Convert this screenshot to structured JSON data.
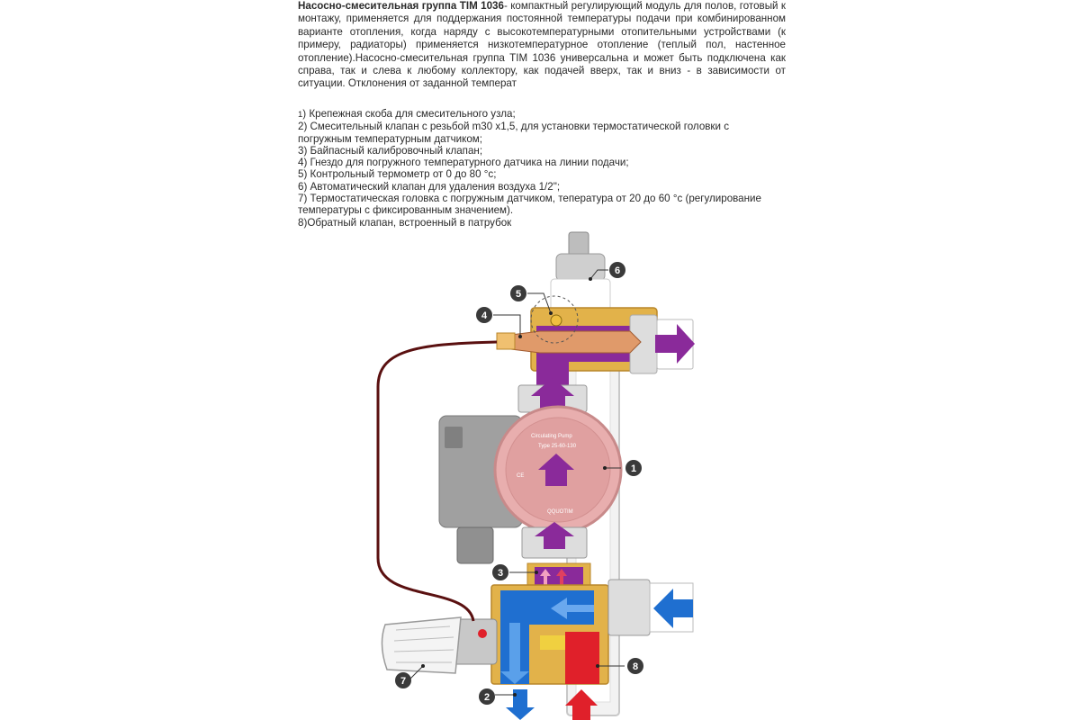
{
  "intro": {
    "title": "Насосно-смесительная группа TIM 1036",
    "body": "- компактный регулирующий модуль для полов, готовый к монтажу, применяется для поддержания постоянной температуры подачи при комбинированном варианте отопления, когда наряду с высокотемпературными отопительными устройствами (к примеру, радиаторы) применяется низкотемпературное отопление (теплый пол, настенное отопление).Насосно-смесительная группа TIM 1036 универсальна и может быть подключена как справа, так и слева к любому коллектору, как подачей вверх, так и вниз - в зависимости от ситуации. Отклонения от заданной температ"
  },
  "parts": [
    {
      "num": "1",
      "text": ") Крепежная скоба для смесительного узла;"
    },
    {
      "num": "2",
      "text": ") Смесительный клапан с резьбой m30 x1,5, для установки термостатической головки с погружным температурным датчиком;"
    },
    {
      "num": "3",
      "text": ") Байпасный калибровочный клапан;"
    },
    {
      "num": "4",
      "text": ") Гнездо для погружного температурного датчика на линии подачи;"
    },
    {
      "num": "5",
      "text": ") Контрольный термометр от 0 до 80 °c;"
    },
    {
      "num": "6",
      "text": ") Автоматический клапан для удаления воздуха 1/2\";"
    },
    {
      "num": "7",
      "text": ") Термостатическая головка с погружным датчиком, тепература от 20 до 60 °c (регулирование температуры с фиксированным значением)."
    },
    {
      "num": "8",
      "text": ")Обратный клапан, встроенный в патрубок"
    }
  ],
  "pump": {
    "title": "Circulating Pump",
    "type": "Type 25-60-130",
    "brand": "QQUOTIM",
    "ce": "CE"
  },
  "callouts": [
    "1",
    "2",
    "3",
    "4",
    "5",
    "6",
    "7",
    "8"
  ],
  "colors": {
    "supply_purple": "#8a2a9a",
    "return_blue": "#1f6fd0",
    "hot_red": "#e0202a",
    "brass": "#d9a520",
    "pump_pink": "#e8aeae",
    "motor_gray": "#9a9a9a",
    "sensor_cable": "#5a1010"
  }
}
